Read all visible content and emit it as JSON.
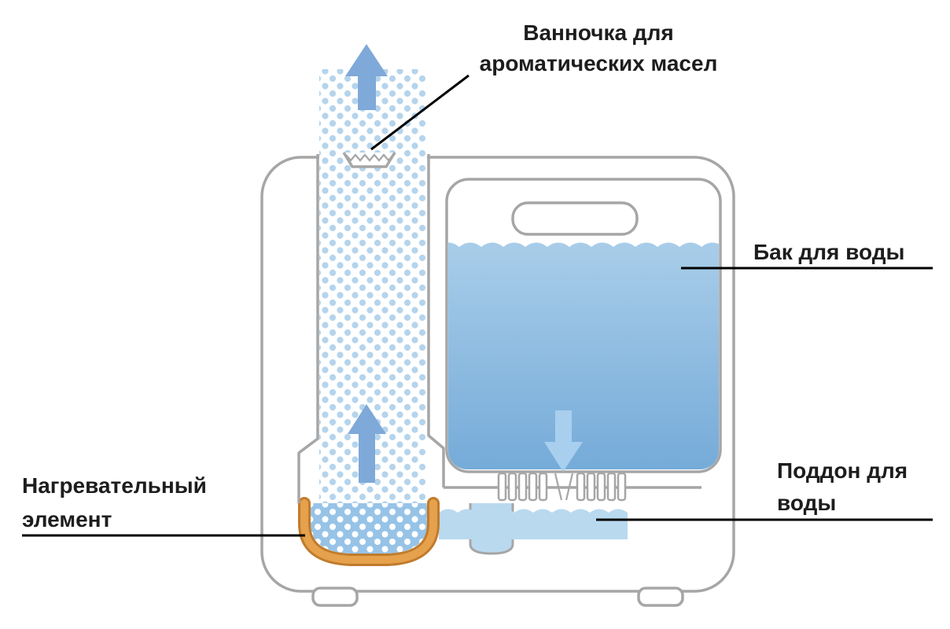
{
  "labels": {
    "aroma_tray": {
      "line1": "Ванночка для",
      "line2": "ароматических масел"
    },
    "water_tank": {
      "line1": "Бак для воды"
    },
    "water_pan": {
      "line1": "Поддон для",
      "line2": "воды"
    },
    "heating_element": {
      "line1": "Нагревательный",
      "line2": "элемент"
    }
  },
  "icons": {
    "steam_arrow_top": "arrow-up",
    "steam_arrow_inner": "arrow-up",
    "water_flow_arrow": "arrow-down"
  },
  "colors": {
    "outline": "#a6a6a6",
    "label_text": "#1d1d1d",
    "leader_line": "#000000",
    "steam_dot": "#b5d4ec",
    "water_top": "#a8cde9",
    "water_bottom": "#74aad8",
    "arrow_up": "#7ea9d8",
    "arrow_down": "#a8cfee",
    "basin_water": "#97c3e7",
    "pan_water": "#b9d9ef",
    "heater": "#e5a14b",
    "heater_dark": "#c17b2c"
  }
}
